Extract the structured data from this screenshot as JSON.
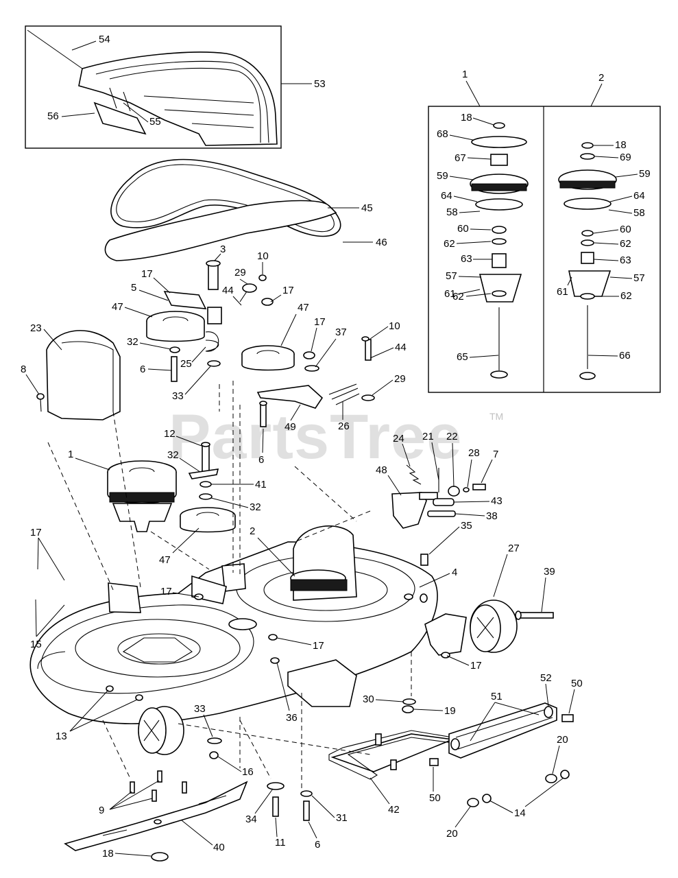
{
  "watermark": {
    "brand": "PartsTree",
    "trademark": "TM"
  },
  "labels": {
    "l54": "54",
    "l53": "53",
    "l56": "56",
    "l55": "55",
    "l45": "45",
    "l46": "46",
    "l3": "3",
    "l29a": "29",
    "l10a": "10",
    "l17a": "17",
    "l5": "5",
    "l44a": "44",
    "l17b": "17",
    "l47a": "47",
    "l47b": "47",
    "l17c": "17",
    "l37": "37",
    "l10b": "10",
    "l44b": "44",
    "l32a": "32",
    "l25": "25",
    "l6a": "6",
    "l33a": "33",
    "l29b": "29",
    "l26": "26",
    "l49": "49",
    "l6b": "6",
    "l23": "23",
    "l8": "8",
    "l12": "12",
    "l1": "1",
    "l32b": "32",
    "l41": "41",
    "l32c": "32",
    "l47c": "47",
    "l24": "24",
    "l21": "21",
    "l22": "22",
    "l28": "28",
    "l7": "7",
    "l48": "48",
    "l43": "43",
    "l38": "38",
    "l2": "2",
    "l35": "35",
    "l4": "4",
    "l17d": "17",
    "l15": "15",
    "l17e": "17",
    "l27": "27",
    "l39": "39",
    "l17f": "17",
    "l17g": "17",
    "l13": "13",
    "l36": "36",
    "l30": "30",
    "l19": "19",
    "l52": "52",
    "l50a": "50",
    "l51": "51",
    "l33b": "33",
    "l16": "16",
    "l20a": "20",
    "l9": "9",
    "l34": "34",
    "l31": "31",
    "l42": "42",
    "l50b": "50",
    "l14": "14",
    "l11": "11",
    "l6c": "6",
    "l20b": "20",
    "l40": "40",
    "l18": "18"
  },
  "spindle_1": {
    "header": "1",
    "l18": "18",
    "l68": "68",
    "l67": "67",
    "l59": "59",
    "l64": "64",
    "l58": "58",
    "l60": "60",
    "l62a": "62",
    "l63": "63",
    "l57": "57",
    "l61": "61",
    "l62b": "62",
    "l65": "65"
  },
  "spindle_2": {
    "header": "2",
    "l18": "18",
    "l69": "69",
    "l59": "59",
    "l64": "64",
    "l58": "58",
    "l60": "60",
    "l62a": "62",
    "l63": "63",
    "l57": "57",
    "l61": "61",
    "l62b": "62",
    "l66": "66"
  }
}
